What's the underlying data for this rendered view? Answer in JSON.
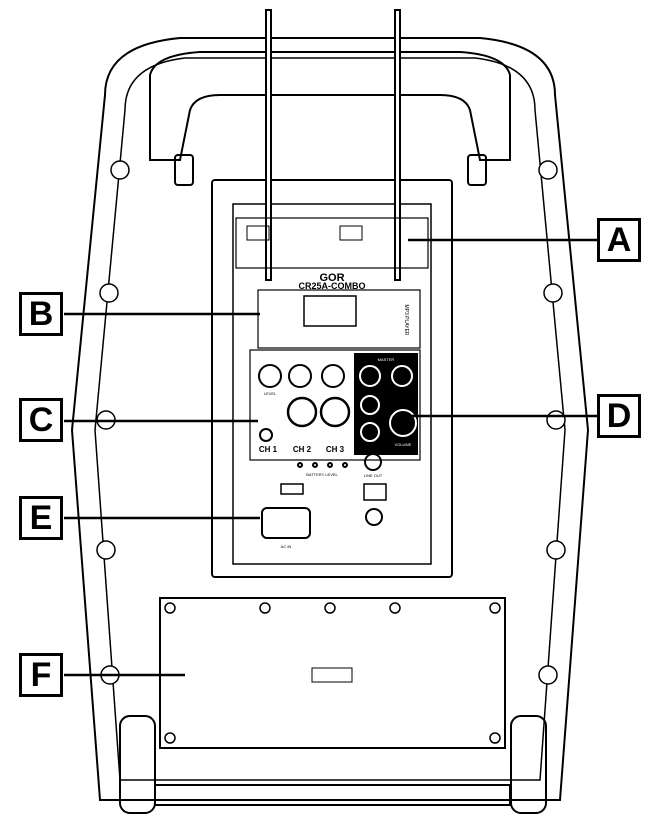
{
  "callouts": {
    "a": "A",
    "b": "B",
    "c": "C",
    "d": "D",
    "e": "E",
    "f": "F"
  },
  "panel": {
    "brand": "GOR",
    "model": "CR25A-COMBO",
    "mp3": "MP3 PLAYER",
    "ch1": "CH 1",
    "ch2": "CH 2",
    "ch3": "CH 3",
    "level": "LEVEL",
    "battery_level": "BATTERY LEVEL",
    "acin": "AC IN",
    "master": "MASTER",
    "volume": "VOLUME",
    "line_out": "LINE OUT"
  }
}
